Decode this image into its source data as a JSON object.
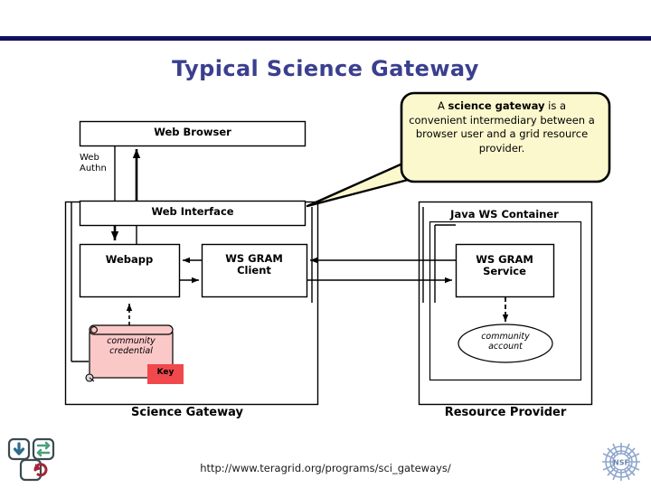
{
  "slide": {
    "title": "Typical Science Gateway",
    "accent_rule_color": "#12105e",
    "title_color": "#3b3f8f"
  },
  "callout": {
    "lead": "A ",
    "emphasis": "science gateway",
    "rest": " is a convenient intermediary between a browser user and a grid resource provider.",
    "full_text": "A science gateway is a convenient intermediary between a browser user and a grid resource provider.",
    "fill_color": "#fbf8cd",
    "border_color": "#000000"
  },
  "diagram": {
    "gateway": {
      "group_label": "Science Gateway",
      "boxes": {
        "web_browser": "Web Browser",
        "web_interface": "Web Interface",
        "webapp": "Webapp",
        "ws_gram_client": "WS GRAM\nClient"
      },
      "edge_labels": {
        "web_authn": "Web\nAuthn"
      },
      "credential": {
        "label": "community\ncredential",
        "key_label": "Key",
        "scroll_color": "#fbc8c8",
        "key_color": "#f0484c"
      }
    },
    "resource_provider": {
      "group_label": "Resource Provider",
      "boxes": {
        "java_ws_container": "Java WS Container",
        "ws_gram_service": "WS GRAM Service"
      },
      "account": {
        "label": "community\naccount"
      }
    }
  },
  "footer": {
    "url": "http://www.teragrid.org/programs/sci_gateways/",
    "teragrid_logo": "teragrid-logo-icon",
    "nsf_logo": "nsf-logo-icon",
    "teragrid_colors": {
      "blue": "#2f6b8f",
      "green": "#4aa07a",
      "red": "#a32638",
      "frame": "#3b4a52"
    },
    "nsf_color": "#8fa7cc"
  }
}
